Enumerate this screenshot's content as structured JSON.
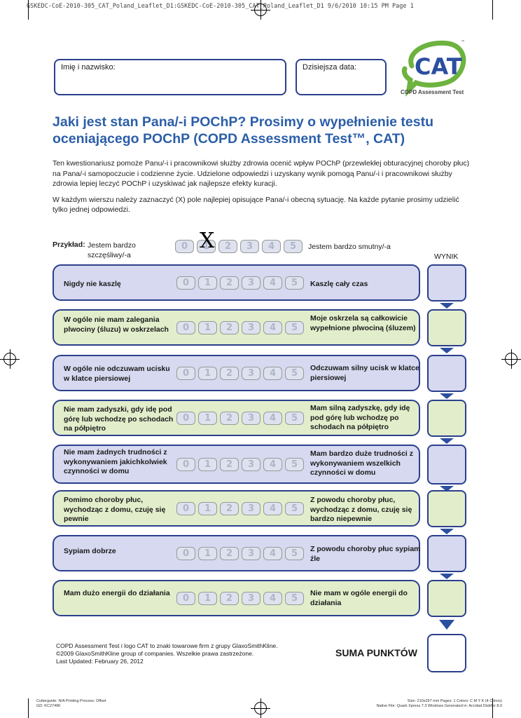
{
  "print_header": "GSKEDC-CoE-2010-305_CAT_Poland_Leaflet_D1:GSKEDC-CoE-2010-305_CAT_Poland_Leaflet_D1  9/6/2010  10:15 PM  Page 1",
  "fields": {
    "name_label": "Imię i nazwisko:",
    "date_label": "Dzisiejsza data:"
  },
  "logo": {
    "text": "CAT",
    "subtitle": "COPD Assessment Test",
    "tm": "™"
  },
  "title": "Jaki jest stan Pana/-i POChP? Prosimy o wypełnienie testu oceniającego POChP (COPD Assessment Test™, CAT)",
  "intro": {
    "p1": "Ten kwestionariusz pomoże Panu/-i i pracownikowi służby zdrowia ocenić wpływ POChP (przewlekłej obturacyjnej choroby płuc) na Pana/-i samopoczucie i codzienne życie. Udzielone odpowiedzi i uzyskany wynik pomogą Panu/-i i pracownikowi służby zdrowia lepiej leczyć POChP i uzyskiwać jak najlepsze efekty kuracji.",
    "p2": "W każdym wierszu należy zaznaczyć (X) pole najlepiej opisujące Pana/-i obecną sytuację. Na każde pytanie prosimy udzielić tylko jednej odpowiedzi."
  },
  "example": {
    "label": "Przykład:",
    "left": "Jestem bardzo szczęśliwy/-a",
    "right": "Jestem bardzo smutny/-a",
    "mark": "X"
  },
  "wynik_label": "WYNIK",
  "scale": [
    "0",
    "1",
    "2",
    "3",
    "4",
    "5"
  ],
  "questions": [
    {
      "left": "Nigdy nie kaszlę",
      "right": "Kaszlę cały czas"
    },
    {
      "left": "W ogóle nie mam zalegania plwociny (śluzu) w oskrzelach",
      "right": "Moje oskrzela są całkowicie wypełnione plwociną (śluzem)"
    },
    {
      "left": "W ogóle nie odczuwam ucisku w klatce piersiowej",
      "right": "Odczuwam silny ucisk w klatce piersiowej"
    },
    {
      "left": "Nie mam zadyszki, gdy idę pod górę lub wchodzę po schodach na półpiętro",
      "right": "Mam silną zadyszkę, gdy idę pod górę lub wchodzę po schodach na półpiętro"
    },
    {
      "left": "Nie mam żadnych trudności z wykonywaniem jakichkolwiek czynności w domu",
      "right": "Mam bardzo duże trudności z wykonywaniem wszelkich czynności w domu"
    },
    {
      "left": "Pomimo choroby płuc, wychodząc z domu, czuję się pewnie",
      "right": "Z powodu choroby płuc, wychodząc z domu, czuję się bardzo niepewnie"
    },
    {
      "left": "Sypiam dobrze",
      "right": "Z powodu choroby płuc sypiam źle"
    },
    {
      "left": "Mam dużo energii do działania",
      "right": "Nie mam w ogóle energii do działania"
    }
  ],
  "suma_label": "SUMA PUNKTÓW",
  "footer": {
    "line1": "COPD Assessment Test i logo CAT to znaki towarowe firm z grupy GlaxoSmithKline.",
    "line2": "©2009 GlaxoSmithKline group of companies. Wszelkie prawa zastrzeżone.",
    "line3": "Last Updated: February 26, 2012"
  },
  "tech": {
    "left1": "Cutterguide: N/A  Printing Process: Offset",
    "left2": "GD: KC27496",
    "right1": "Size: 210x297 mm  Pages: 1  Colors: C M Y K (4 Colors)",
    "right2": "Native File: Quark Xpress 7.3 Windows  Generated in: Acrobat Distiller 8.0"
  },
  "colors": {
    "accent_blue": "#2b5ea8",
    "border_navy": "#2b3f8c",
    "lavender": "#d6d9f0",
    "green": "#e2eecb",
    "logo_green": "#6cb33f"
  }
}
